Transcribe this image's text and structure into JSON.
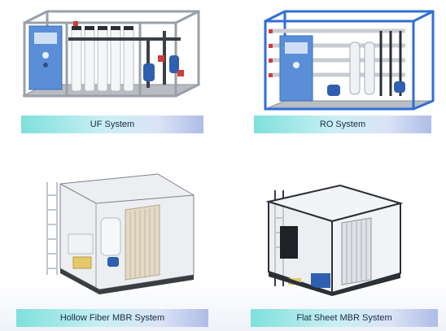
{
  "products": [
    {
      "label": "UF System",
      "icon": "uf-system-illustration"
    },
    {
      "label": "RO System",
      "icon": "ro-system-illustration"
    },
    {
      "label": "Hollow Fiber MBR System",
      "icon": "hollow-fiber-mbr-illustration"
    },
    {
      "label": "Flat Sheet MBR System",
      "icon": "flat-sheet-mbr-illustration"
    }
  ],
  "colors": {
    "frame_gray": "#9aa0a8",
    "frame_blue": "#2f6fd6",
    "panel_blue": "#5a8fd8",
    "membrane_white": "#f4f6f8",
    "caption_teal": "#7fe0dc",
    "caption_lavender": "#aebde6"
  }
}
